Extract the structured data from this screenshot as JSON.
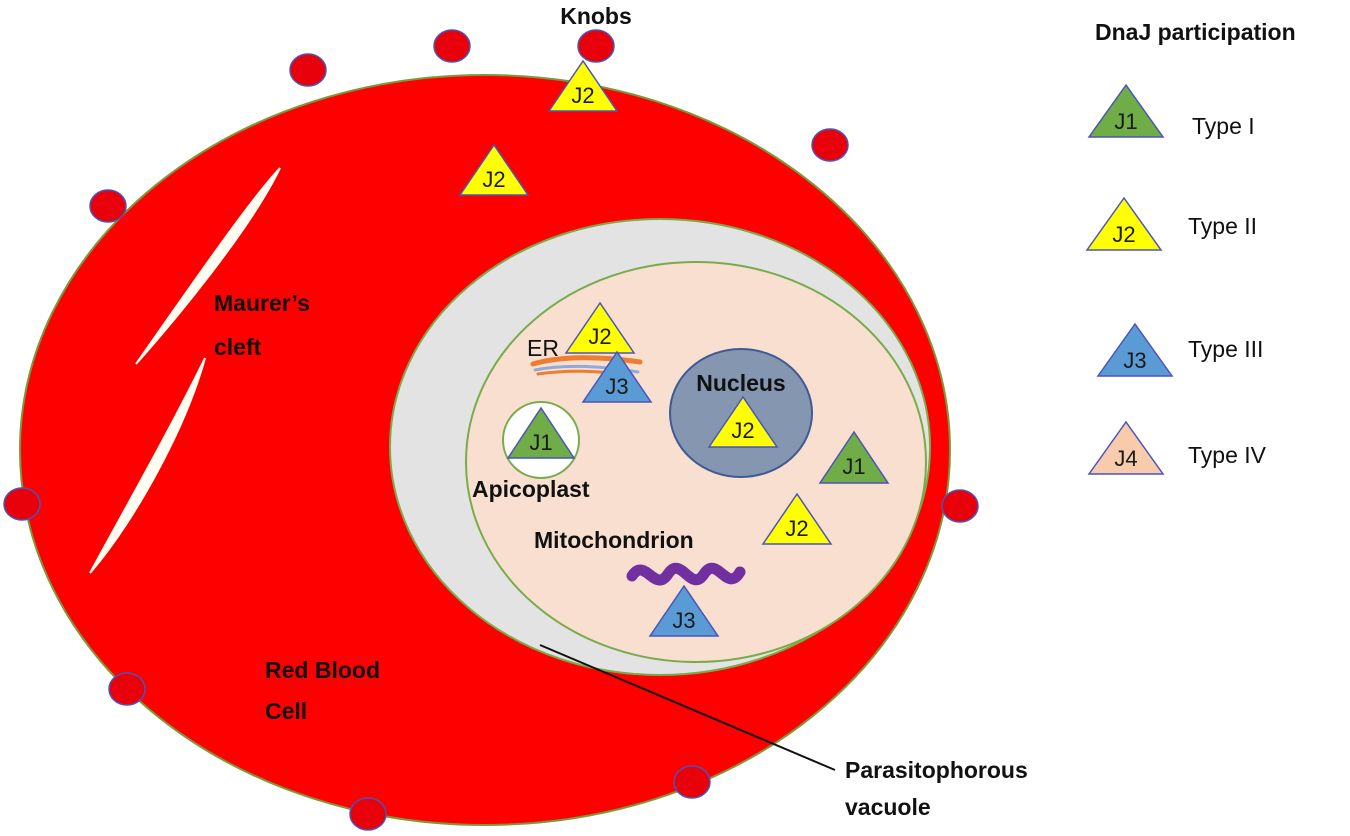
{
  "colors": {
    "rbc_fill": "#ff0000",
    "rbc_stroke": "#7a9a3a",
    "knob_fill": "#e8000b",
    "knob_stroke": "#4a55b8",
    "vacuole_fill": "#e3e3e3",
    "parasite_fill": "#f9dfd0",
    "membrane_stroke": "#7aab4a",
    "nucleus_fill": "#8496b0",
    "nucleus_stroke": "#3f5a94",
    "apicoplast_fill": "#ffffff",
    "cleft_fill": "#fffef2",
    "mito_fill": "#7030a0",
    "er_orange": "#ed7d31",
    "er_blue": "#8faadc",
    "type1": "#70ad47",
    "type2": "#ffff00",
    "type3": "#5b9bd5",
    "type4": "#f8cbad",
    "triangle_stroke": "#4a55b8"
  },
  "labels": {
    "knobs": "Knobs",
    "maurers_cleft_line1": "Maurer’s",
    "maurers_cleft_line2": "cleft",
    "red_blood_cell_line1": "Red Blood",
    "red_blood_cell_line2": "Cell",
    "er": "ER",
    "nucleus": "Nucleus",
    "apicoplast": "Apicoplast",
    "mitochondrion": "Mitochondrion",
    "parasitophorous_line1": "Parasitophorous",
    "parasitophorous_line2": "vacuole"
  },
  "markers": {
    "knob_j2": "J2",
    "cytoplasm_j2": "J2",
    "er_j2": "J2",
    "er_j3": "J3",
    "apicoplast_j1": "J1",
    "nucleus_j2": "J2",
    "parasite_j1": "J1",
    "parasite_j2": "J2",
    "mito_j3": "J3"
  },
  "legend": {
    "title": "DnaJ participation",
    "items": [
      {
        "symbol": "J1",
        "label": "Type I",
        "color_key": "type1"
      },
      {
        "symbol": "J2",
        "label": "Type II",
        "color_key": "type2"
      },
      {
        "symbol": "J3",
        "label": "Type III",
        "color_key": "type3"
      },
      {
        "symbol": "J4",
        "label": "Type IV",
        "color_key": "type4"
      }
    ]
  }
}
